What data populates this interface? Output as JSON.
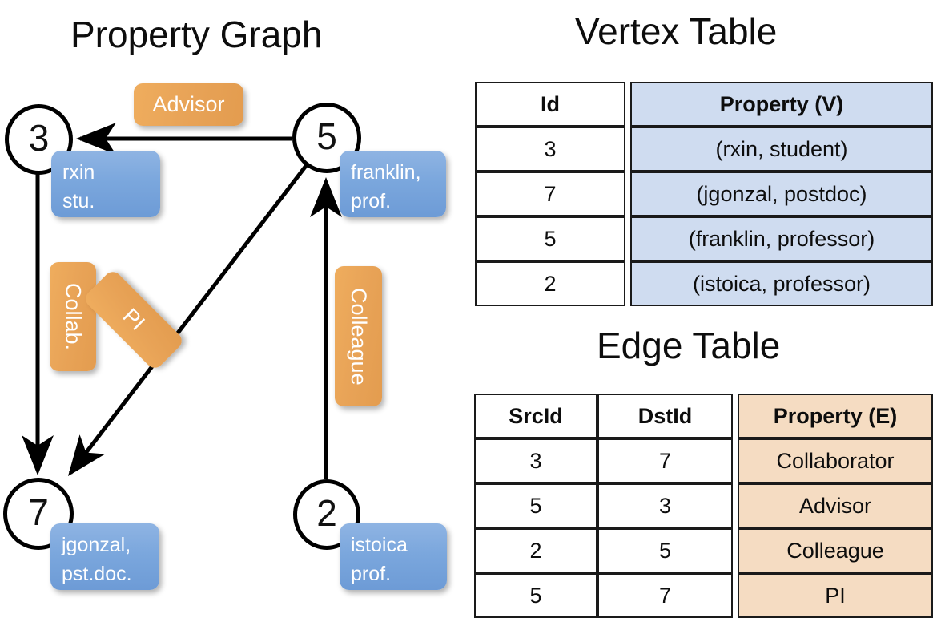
{
  "titles": {
    "property_graph": "Property Graph",
    "vertex_table": "Vertex Table",
    "edge_table": "Edge Table"
  },
  "graph": {
    "nodes": [
      {
        "id": "3",
        "name": "rxin",
        "role": "stu."
      },
      {
        "id": "5",
        "name": "franklin,",
        "role": "prof."
      },
      {
        "id": "7",
        "name": "jgonzal,",
        "role": "pst.doc."
      },
      {
        "id": "2",
        "name": "istoica",
        "role": "prof."
      }
    ],
    "edge_labels": {
      "advisor": "Advisor",
      "collab": "Collab.",
      "pi": "PI",
      "colleague": "Colleague"
    }
  },
  "vertex_table": {
    "headers": [
      "Id",
      "Property (V)"
    ],
    "rows": [
      {
        "id": "3",
        "property": "(rxin, student)"
      },
      {
        "id": "7",
        "property": "(jgonzal, postdoc)"
      },
      {
        "id": "5",
        "property": "(franklin, professor)"
      },
      {
        "id": "2",
        "property": "(istoica, professor)"
      }
    ]
  },
  "edge_table": {
    "headers": [
      "SrcId",
      "DstId",
      "Property (E)"
    ],
    "rows": [
      {
        "src": "3",
        "dst": "7",
        "property": "Collaborator"
      },
      {
        "src": "5",
        "dst": "3",
        "property": "Advisor"
      },
      {
        "src": "2",
        "dst": "5",
        "property": "Colleague"
      },
      {
        "src": "5",
        "dst": "7",
        "property": "PI"
      }
    ]
  },
  "colors": {
    "vertex_property_fill": "#cfdcf0",
    "edge_property_fill": "#f5dcc2",
    "node_box_blue": "#7ba7dd",
    "edge_label_orange": "#e8a357"
  }
}
